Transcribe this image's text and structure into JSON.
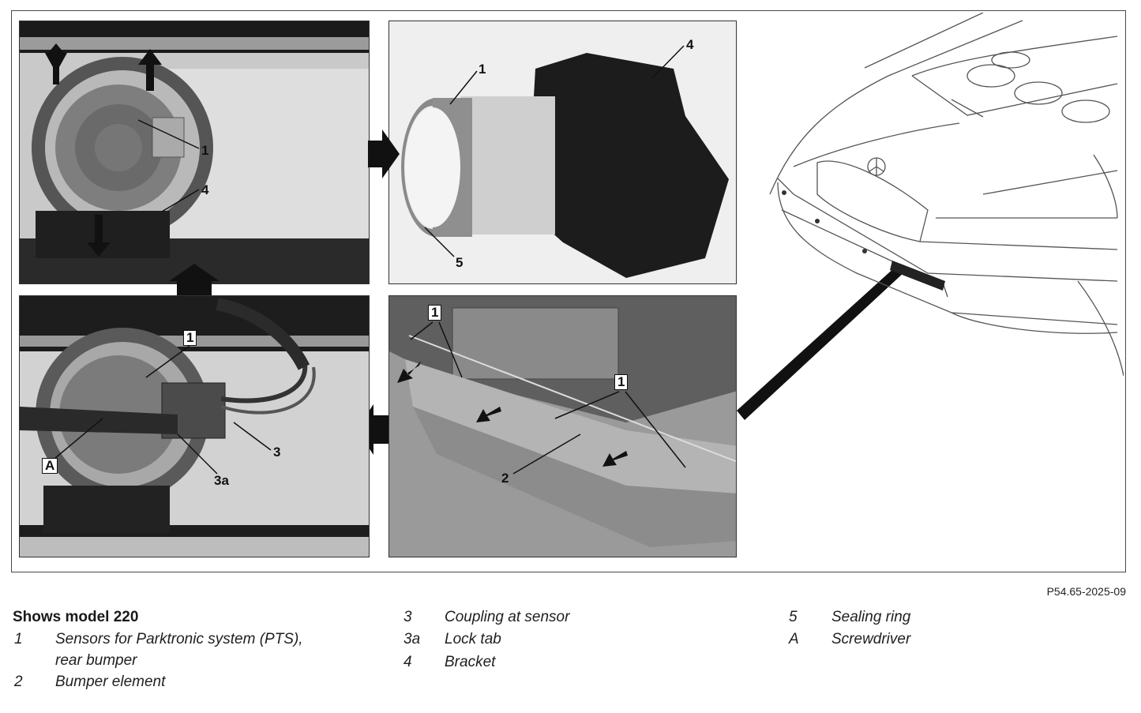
{
  "figure_ref": "P54.65-2025-09",
  "legend": {
    "title": "Shows model 220",
    "items": [
      {
        "key": "1",
        "text": "Sensors for Parktronic system (PTS),",
        "text2": "rear bumper"
      },
      {
        "key": "2",
        "text": "Bumper element"
      },
      {
        "key": "3",
        "text": "Coupling at sensor"
      },
      {
        "key": "3a",
        "text": "Lock tab"
      },
      {
        "key": "4",
        "text": "Bracket"
      },
      {
        "key": "5",
        "text": "Sealing ring"
      },
      {
        "key": "A",
        "text": "Screwdriver"
      }
    ]
  },
  "callouts": {
    "p1": [
      "1",
      "4"
    ],
    "p2": [
      "1",
      "4",
      "5"
    ],
    "p3": [
      "1",
      "3",
      "3a",
      "A"
    ],
    "p4": [
      "1",
      "1",
      "2"
    ]
  },
  "colors": {
    "ink": "#1a1a1a",
    "frame": "#4a4a4a",
    "photo_dark": "#222222",
    "photo_mid": "#8c8c8c",
    "photo_light": "#d9d9d9"
  }
}
